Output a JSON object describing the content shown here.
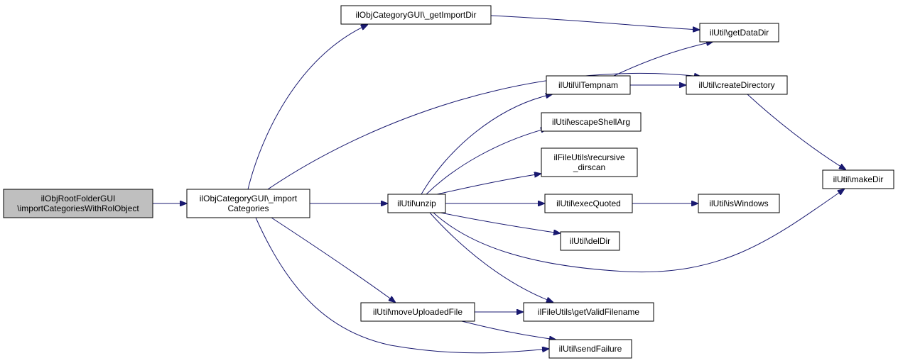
{
  "diagram": {
    "type": "call-graph",
    "colors": {
      "edge": "#191970",
      "node_fill": "#ffffff",
      "root_fill": "#bfbfbf",
      "border": "#000000"
    },
    "nodes": [
      {
        "id": "root",
        "lines": [
          "ilObjRootFolderGUI",
          "\\importCategoriesWithRolObject"
        ],
        "highlighted": true
      },
      {
        "id": "importCategories",
        "lines": [
          "ilObjCategoryGUI\\_import",
          "Categories"
        ]
      },
      {
        "id": "getImportDir",
        "lines": [
          "ilObjCategoryGUI\\_getImportDir"
        ]
      },
      {
        "id": "getDataDir",
        "lines": [
          "ilUtil\\getDataDir"
        ]
      },
      {
        "id": "ilTempnam",
        "lines": [
          "ilUtil\\ilTempnam"
        ]
      },
      {
        "id": "createDirectory",
        "lines": [
          "ilUtil\\createDirectory"
        ]
      },
      {
        "id": "escapeShellArg",
        "lines": [
          "ilUtil\\escapeShellArg"
        ]
      },
      {
        "id": "recursiveDirscan",
        "lines": [
          "ilFileUtils\\recursive",
          "_dirscan"
        ]
      },
      {
        "id": "unzip",
        "lines": [
          "ilUtil\\unzip"
        ]
      },
      {
        "id": "execQuoted",
        "lines": [
          "ilUtil\\execQuoted"
        ]
      },
      {
        "id": "isWindows",
        "lines": [
          "ilUtil\\isWindows"
        ]
      },
      {
        "id": "delDir",
        "lines": [
          "ilUtil\\delDir"
        ]
      },
      {
        "id": "makeDir",
        "lines": [
          "ilUtil\\makeDir"
        ]
      },
      {
        "id": "moveUploadedFile",
        "lines": [
          "ilUtil\\moveUploadedFile"
        ]
      },
      {
        "id": "getValidFilename",
        "lines": [
          "ilFileUtils\\getValidFilename"
        ]
      },
      {
        "id": "sendFailure",
        "lines": [
          "ilUtil\\sendFailure"
        ]
      }
    ],
    "edges": [
      {
        "from": "root",
        "to": "importCategories"
      },
      {
        "from": "importCategories",
        "to": "getImportDir"
      },
      {
        "from": "importCategories",
        "to": "createDirectory"
      },
      {
        "from": "importCategories",
        "to": "unzip"
      },
      {
        "from": "importCategories",
        "to": "moveUploadedFile"
      },
      {
        "from": "importCategories",
        "to": "sendFailure"
      },
      {
        "from": "getImportDir",
        "to": "getDataDir"
      },
      {
        "from": "unzip",
        "to": "ilTempnam"
      },
      {
        "from": "unzip",
        "to": "escapeShellArg"
      },
      {
        "from": "unzip",
        "to": "recursiveDirscan"
      },
      {
        "from": "unzip",
        "to": "execQuoted"
      },
      {
        "from": "unzip",
        "to": "delDir"
      },
      {
        "from": "unzip",
        "to": "makeDir"
      },
      {
        "from": "unzip",
        "to": "getValidFilename"
      },
      {
        "from": "ilTempnam",
        "to": "getDataDir"
      },
      {
        "from": "ilTempnam",
        "to": "createDirectory"
      },
      {
        "from": "createDirectory",
        "to": "makeDir"
      },
      {
        "from": "execQuoted",
        "to": "isWindows"
      },
      {
        "from": "moveUploadedFile",
        "to": "getValidFilename"
      },
      {
        "from": "moveUploadedFile",
        "to": "sendFailure"
      }
    ]
  }
}
